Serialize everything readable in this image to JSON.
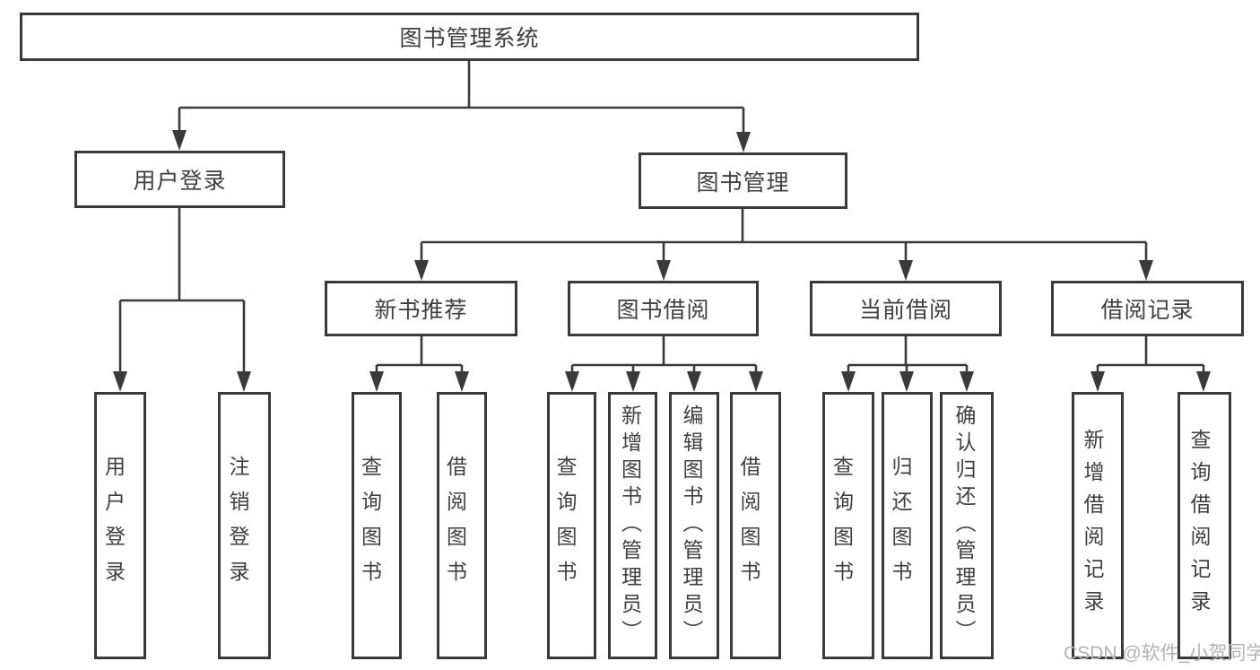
{
  "diagram": {
    "title": "图书管理系统",
    "level2": {
      "user_login": "用户登录",
      "book_mgmt": "图书管理"
    },
    "level3": {
      "new_books": "新书推荐",
      "book_borrow": "图书借阅",
      "current_borrow": "当前借阅",
      "borrow_records": "借阅记录"
    },
    "leaves": {
      "user_login": "用户登录",
      "logout": "注销登录",
      "nb_query": "查询图书",
      "nb_borrow": "借阅图书",
      "bb_query": "查询图书",
      "bb_add": "新增图书（管理员）",
      "bb_edit": "编辑图书（管理员）",
      "bb_borrow": "借阅图书",
      "cb_query": "查询图书",
      "cb_return": "归还图书",
      "cb_confirm": "确认归还（管理员）",
      "br_add": "新增借阅记录",
      "br_query": "查询借阅记录"
    }
  },
  "watermark": "CSDN @软件_小贺同学",
  "colors": {
    "line": "#3a3a3a",
    "text": "#3f3f3f",
    "watermark": "#b3b3b3",
    "background": "#ffffff"
  }
}
